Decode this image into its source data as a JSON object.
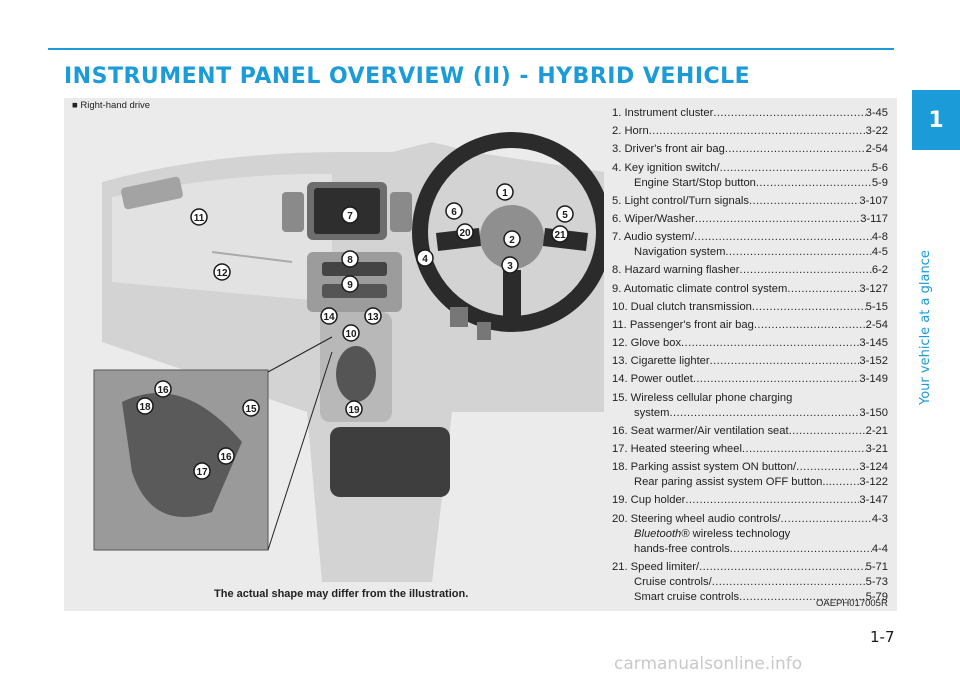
{
  "header": {
    "title": "INSTRUMENT PANEL OVERVIEW (II) - HYBRID VEHICLE",
    "chapter_number": "1",
    "chapter_title": "Your vehicle at a glance",
    "accent_color": "#1b9bd8"
  },
  "figure": {
    "drive_label": "■ Right-hand drive",
    "caption": "The actual shape may differ from the illustration.",
    "reference": "OAEPH017005R",
    "callouts": [
      "1",
      "2",
      "3",
      "4",
      "5",
      "6",
      "7",
      "8",
      "9",
      "10",
      "11",
      "12",
      "13",
      "14",
      "15",
      "16",
      "17",
      "18",
      "19",
      "20",
      "21"
    ]
  },
  "items": [
    {
      "lines": [
        {
          "text": "1. Instrument cluster ",
          "page": "3-45"
        }
      ]
    },
    {
      "lines": [
        {
          "text": "2. Horn ",
          "page": "3-22"
        }
      ]
    },
    {
      "lines": [
        {
          "text": "3. Driver's front air bag ",
          "page": "2-54"
        }
      ]
    },
    {
      "lines": [
        {
          "text": "4. Key ignition switch/ ",
          "page": "5-6"
        },
        {
          "text": "Engine Start/Stop button ",
          "page": "5-9",
          "indent": true
        }
      ]
    },
    {
      "lines": [
        {
          "text": "5. Light control/Turn signals ",
          "page": "3-107"
        }
      ]
    },
    {
      "lines": [
        {
          "text": "6. Wiper/Washer ",
          "page": "3-117"
        }
      ]
    },
    {
      "lines": [
        {
          "text": "7. Audio system/ ",
          "page": "4-8"
        },
        {
          "text": "Navigation system ",
          "page": "4-5",
          "indent": true
        }
      ]
    },
    {
      "lines": [
        {
          "text": "8. Hazard warning flasher",
          "page": "6-2"
        }
      ]
    },
    {
      "lines": [
        {
          "text": "9. Automatic climate control system ",
          "page": "3-127"
        }
      ]
    },
    {
      "lines": [
        {
          "text": "10. Dual clutch transmission ",
          "page": "5-15"
        }
      ]
    },
    {
      "lines": [
        {
          "text": "11. Passenger's front air bag ",
          "page": "2-54"
        }
      ]
    },
    {
      "lines": [
        {
          "text": "12. Glove box ",
          "page": "3-145"
        }
      ]
    },
    {
      "lines": [
        {
          "text": "13. Cigarette lighter ",
          "page": "3-152"
        }
      ]
    },
    {
      "lines": [
        {
          "text": "14. Power outlet ",
          "page": "3-149"
        }
      ]
    },
    {
      "lines": [
        {
          "text": "15. Wireless cellular phone charging",
          "page": ""
        },
        {
          "text": "system",
          "page": "3-150",
          "indent": true
        }
      ]
    },
    {
      "lines": [
        {
          "text": "16. Seat warmer/Air ventilation seat ",
          "page": "2-21"
        }
      ]
    },
    {
      "lines": [
        {
          "text": "17. Heated steering wheel ",
          "page": "3-21"
        }
      ]
    },
    {
      "lines": [
        {
          "text": "18. Parking assist system ON button/",
          "page": "3-124"
        },
        {
          "text": "Rear paring assist system OFF button..",
          "page": "3-122",
          "indent": true
        }
      ]
    },
    {
      "lines": [
        {
          "text": "19. Cup holder ",
          "page": "3-147"
        }
      ]
    },
    {
      "lines": [
        {
          "text": "20. Steering wheel audio controls/ ",
          "page": "4-3"
        },
        {
          "text": "Bluetooth® wireless technology",
          "page": "",
          "indent": true,
          "italic_prefix": true
        },
        {
          "text": "hands-free controls ",
          "page": "4-4",
          "indent": true
        }
      ]
    },
    {
      "lines": [
        {
          "text": "21. Speed limiter/",
          "page": " 5-71"
        },
        {
          "text": "Cruise controls/ ",
          "page": "5-73",
          "indent": true
        },
        {
          "text": "Smart cruise controls ",
          "page": "5-79",
          "indent": true
        }
      ]
    }
  ],
  "footer": {
    "page_number": "1-7",
    "watermark": "carmanualsonline.info"
  }
}
